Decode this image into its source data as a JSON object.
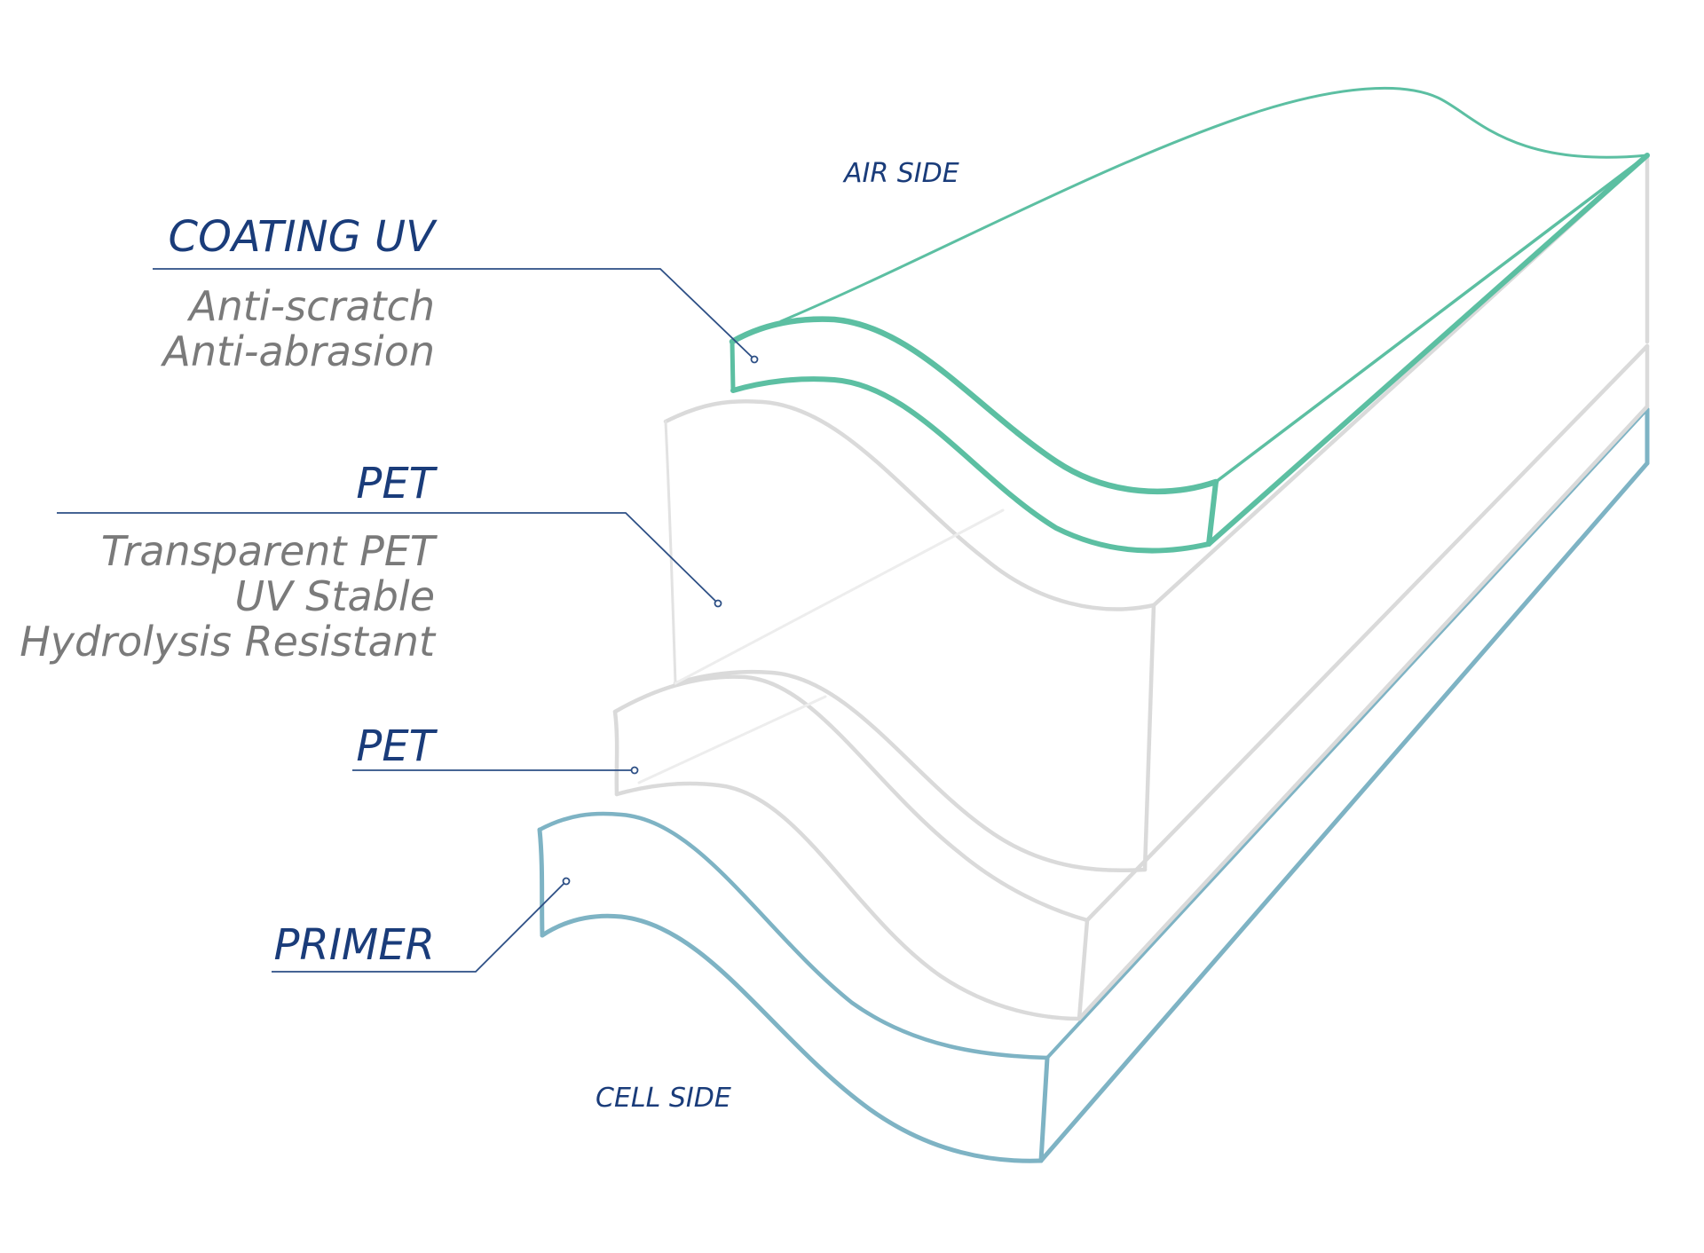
{
  "sides": {
    "air": "AIR SIDE",
    "cell": "CELL SIDE"
  },
  "layers": [
    {
      "title": "COATING UV",
      "descriptions": [
        "Anti-scratch",
        "Anti-abrasion"
      ]
    },
    {
      "title": "PET",
      "descriptions": [
        "Transparent PET",
        "UV Stable",
        "Hydrolysis Resistant"
      ]
    },
    {
      "title": "PET",
      "descriptions": []
    },
    {
      "title": "PRIMER",
      "descriptions": []
    }
  ],
  "colors": {
    "title_text": "#1a3c7a",
    "description_text": "#7a7a7a",
    "leader_lines": "#2d4f85",
    "coating_layer": "#5cbfa2",
    "pet_layers": "#dadada",
    "primer_layer": "#7eb3c4"
  }
}
